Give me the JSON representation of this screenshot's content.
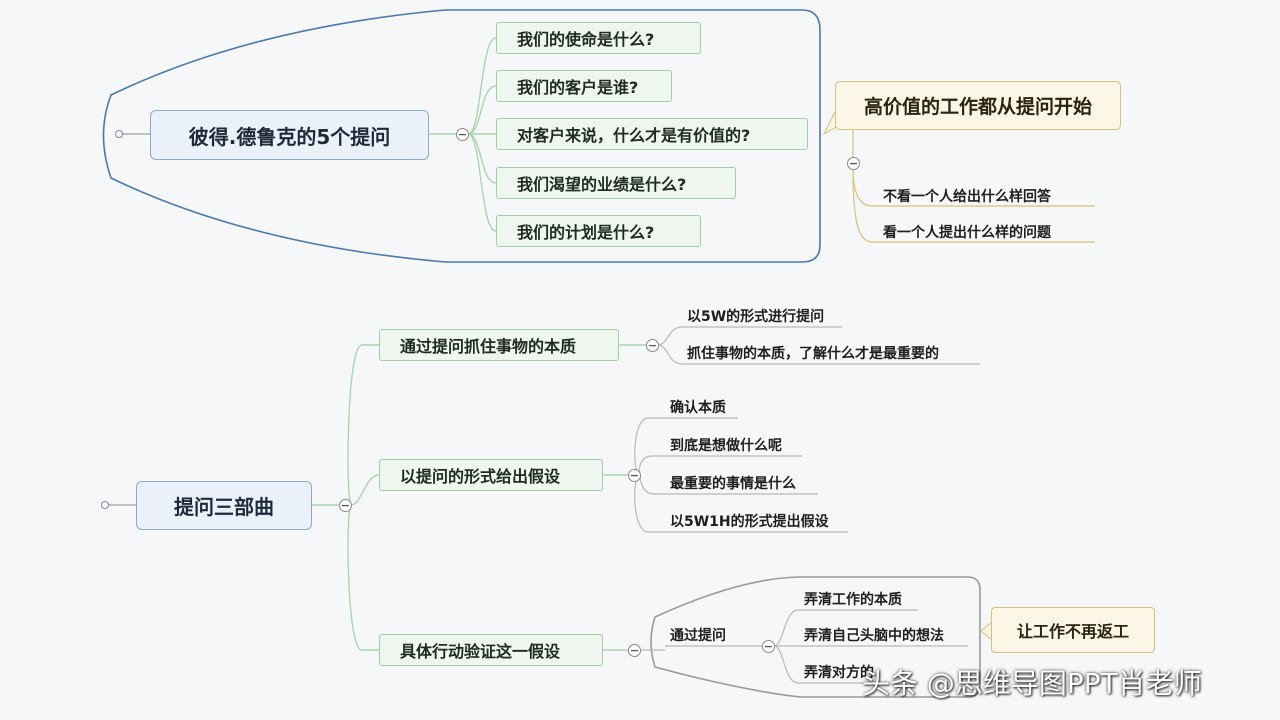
{
  "map1": {
    "root": "彼得.德鲁克的5个提问",
    "branches": [
      "我们的使命是什么?",
      "我们的客户是谁?",
      "对客户来说，什么才是有价值的?",
      "我们渴望的业绩是什么?",
      "我们的计划是什么?"
    ],
    "callout": {
      "title": "高价值的工作都从提问开始",
      "items": [
        "不看一个人给出什么样回答",
        "看一个人提出什么样的问题"
      ]
    }
  },
  "map2": {
    "root": "提问三部曲",
    "branch1": {
      "label": "通过提问抓住事物的本质",
      "items": [
        "以5W的形式进行提问",
        "抓住事物的本质，了解什么才是最重要的"
      ]
    },
    "branch2": {
      "label": "以提问的形式给出假设",
      "items": [
        "确认本质",
        "到底是想做什么呢",
        "最重要的事情是什么",
        "以5W1H的形式提出假设"
      ]
    },
    "branch3": {
      "label": "具体行动验证这一假设",
      "sub": "通过提问",
      "items": [
        "弄清工作的本质",
        "弄清自己头脑中的想法",
        "弄清对方的"
      ],
      "callout": "让工作不再返工"
    }
  },
  "collapse_symbol": "−",
  "watermark": "头条 @思维导图PPT肖老师",
  "colors": {
    "root_fill": "#eaf1fa",
    "branch_fill": "#eef6ef",
    "callout_fill": "#fbf6e6",
    "connector": "#a9d5ae",
    "boundary1": "#4a78b0",
    "boundary2": "#9a9a9a"
  }
}
